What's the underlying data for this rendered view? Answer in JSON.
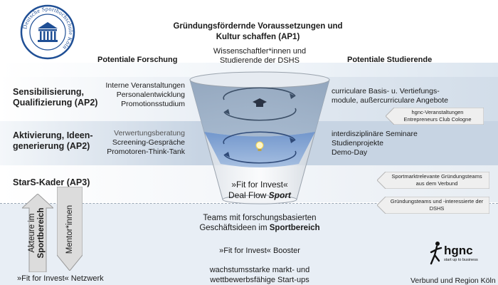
{
  "title": "Gründungsfördernde Voraussetzungen und Kultur schaffen (AP1)",
  "logo_text": "Deutsche Sporthochschule Köln",
  "col_research_header": "Potentiale Forschung",
  "col_students_header": "Potentiale Studierende",
  "funnel_top_text": "Wissenschaftler*innen und Studierende der DSHS",
  "rows": [
    {
      "label": "Sensibilisierung, Qualifizierung (AP2)",
      "research": [
        "Interne Veranstaltungen",
        "Personalentwicklung",
        "Promotionsstudium"
      ],
      "students": [
        "curriculare Basis- u. Vertiefungs-",
        "module, außercurriculare Angebote"
      ]
    },
    {
      "label": "Aktivierung, Ideen-generierung (AP2)",
      "research": [
        "Verwertungsberatung",
        "Screening-Gespräche",
        "Promotoren-Think-Tank"
      ],
      "students": [
        "interdisziplinäre Seminare",
        "Studienprojekte",
        "Demo-Day"
      ]
    },
    {
      "label": "StarS-Kader (AP3)"
    }
  ],
  "side_tags": [
    "hgnc-Veranstaltungen Entrepreneurs Club Cologne",
    "Sportmarktrelevante Gründungsteams aus dem Verbund",
    "Gründungsteams und -interessierte der DSHS"
  ],
  "funnel_bottom": {
    "line1": "»Fit for Invest«",
    "line2_prefix": "Deal Flow ",
    "line2_emph": "Sport"
  },
  "vertical_arrows": {
    "left_line1": "Akteure im",
    "left_line2": "Sportbereich",
    "right": "Mentor*innen"
  },
  "teams_text": {
    "line1": "Teams mit forschungsbasierten",
    "line2_prefix": "Geschäftsideen im ",
    "line2_emph": "Sportbereich"
  },
  "booster_text": "»Fit for Invest« Booster",
  "startups_text": [
    "wachstumsstarke markt- und",
    "wettbewerbsfähige Start-ups"
  ],
  "network_text": "»Fit for Invest« Netzwerk",
  "hgnc": {
    "name": "hgnc",
    "tagline": "start up to business"
  },
  "region_text": "Verbund und Region Köln",
  "colors": {
    "band_top": "#dde6ef",
    "band_mid": "#c7d4e3",
    "band_low": "#e6edf4",
    "water": "#6f93c9",
    "arrow_grey": "#bdbdbd",
    "text": "#1a1a1a"
  }
}
